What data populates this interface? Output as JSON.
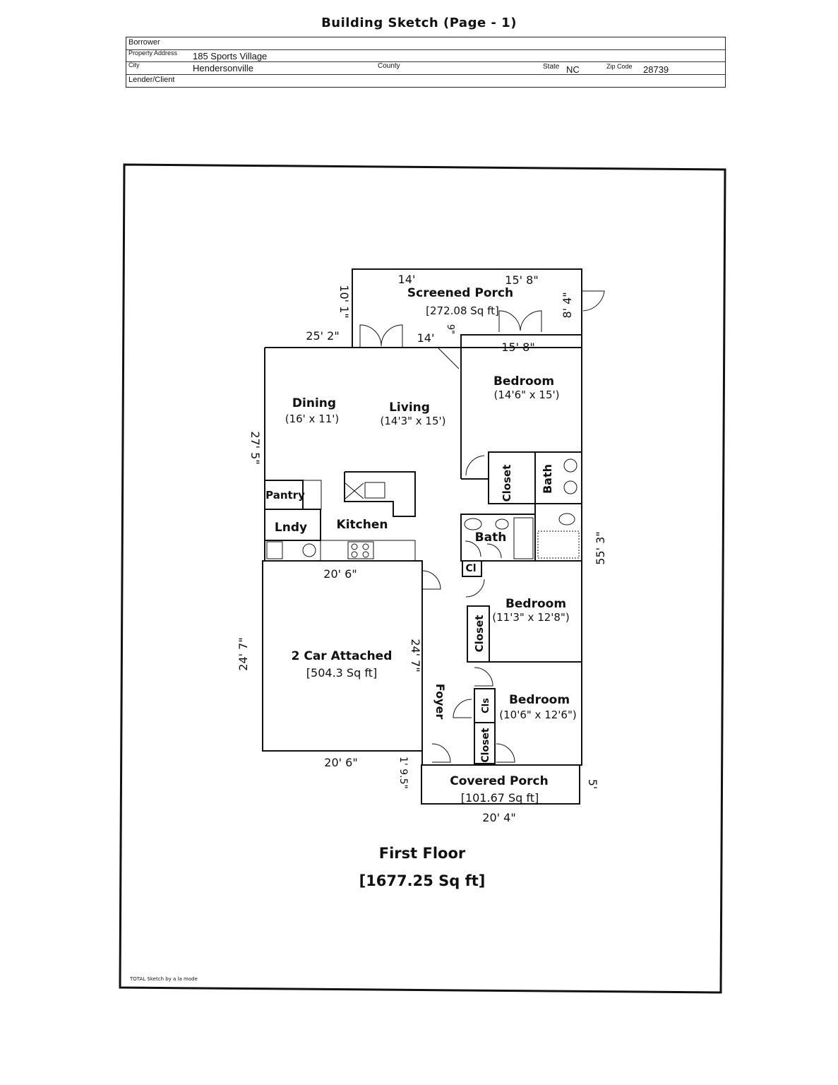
{
  "page_title": "Building Sketch (Page - 1)",
  "header": {
    "borrower_label": "Borrower",
    "borrower_value": "",
    "property_address_label": "Property Address",
    "property_address_value": "185 Sports Village",
    "city_label": "City",
    "city_value": "Hendersonville",
    "county_label": "County",
    "county_value": "",
    "state_label": "State",
    "state_value": "NC",
    "zip_label": "Zip Code",
    "zip_value": "28739",
    "lender_label": "Lender/Client",
    "lender_value": ""
  },
  "rooms": {
    "screened_porch": "Screened Porch",
    "screened_porch_area": "[272.08 Sq ft]",
    "dining": "Dining",
    "dining_size": "(16' x 11')",
    "living": "Living",
    "living_size": "(14'3\" x 15')",
    "bedroom1": "Bedroom",
    "bedroom1_size": "(14'6\" x 15')",
    "closet1": "Closet",
    "bath1": "Bath",
    "pantry": "Pantry",
    "laundry": "Lndy",
    "kitchen": "Kitchen",
    "bath2": "Bath",
    "cl": "Cl",
    "bedroom2": "Bedroom",
    "bedroom2_size": "(11'3\" x 12'8\")",
    "closet2": "Closet",
    "garage": "2 Car Attached",
    "garage_area": "[504.3 Sq ft]",
    "foyer": "Foyer",
    "cls": "Cls",
    "bedroom3": "Bedroom",
    "bedroom3_size": "(10'6\" x 12'6\")",
    "closet3": "Closet",
    "covered_porch": "Covered Porch",
    "covered_porch_area": "[101.67 Sq ft]"
  },
  "dimensions": {
    "porch_top_left": "14'",
    "porch_top_right": "15' 8\"",
    "porch_left": "10' 1\"",
    "porch_right": "8' 4\"",
    "dining_top": "25' 2\"",
    "porch_bottom": "14'",
    "porch_step": "9\"",
    "bedroom_top": "15' 8\"",
    "left_upper": "27' 5\"",
    "right_total": "55' 3\"",
    "garage_top": "20' 6\"",
    "garage_left": "24' 7\"",
    "garage_right": "24' 7\"",
    "garage_bottom": "20' 6\"",
    "foyer_jog": "1' 9.5\"",
    "covered_right": "5'",
    "covered_bottom": "20' 4\""
  },
  "floor_label": "First Floor",
  "floor_area": "[1677.25 Sq ft]",
  "footer_credit": "TOTAL Sketch by a la mode"
}
